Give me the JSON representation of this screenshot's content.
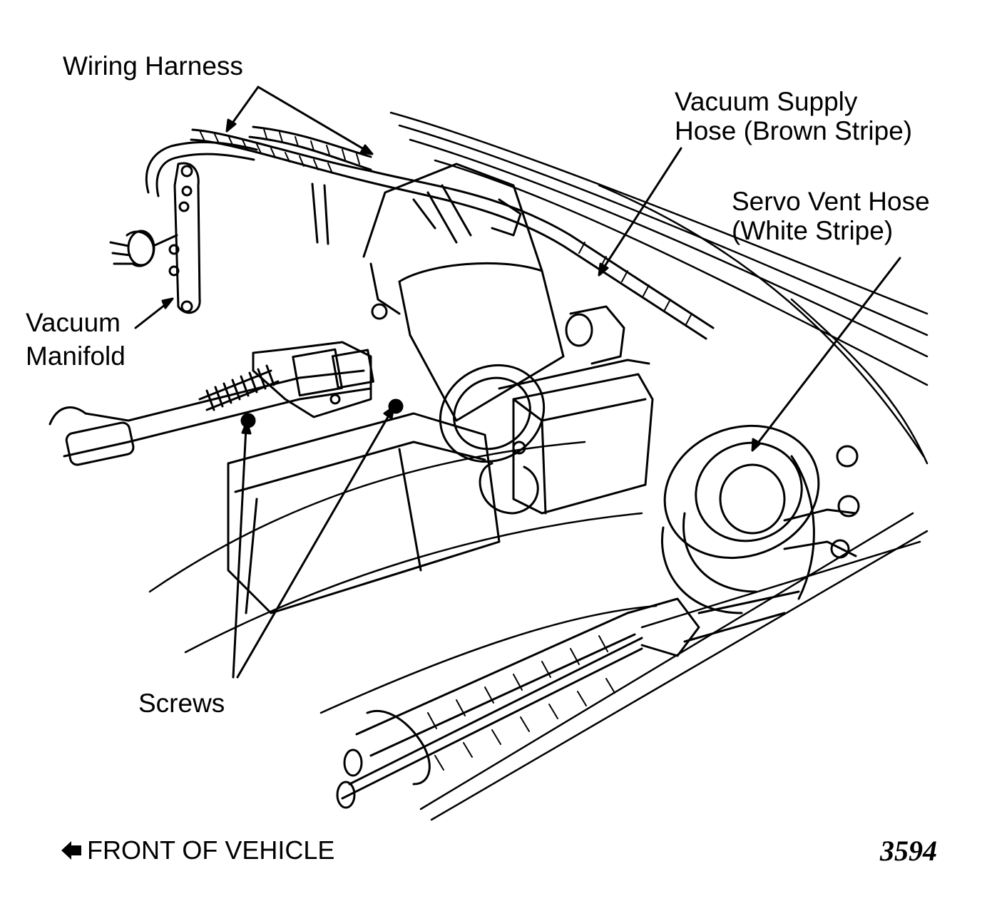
{
  "labels": {
    "wiring_harness": "Wiring Harness",
    "vacuum_supply_line1": "Vacuum Supply",
    "vacuum_supply_line2": "Hose (Brown Stripe)",
    "servo_vent_line1": "Servo Vent Hose",
    "servo_vent_line2": "(White Stripe)",
    "vacuum_manifold_line1": "Vacuum",
    "vacuum_manifold_line2": "Manifold",
    "screws": "Screws",
    "front_of_vehicle": "FRONT OF VEHICLE",
    "figure_number": "3594"
  },
  "icons": {
    "front_arrow": "left-arrow-icon"
  }
}
